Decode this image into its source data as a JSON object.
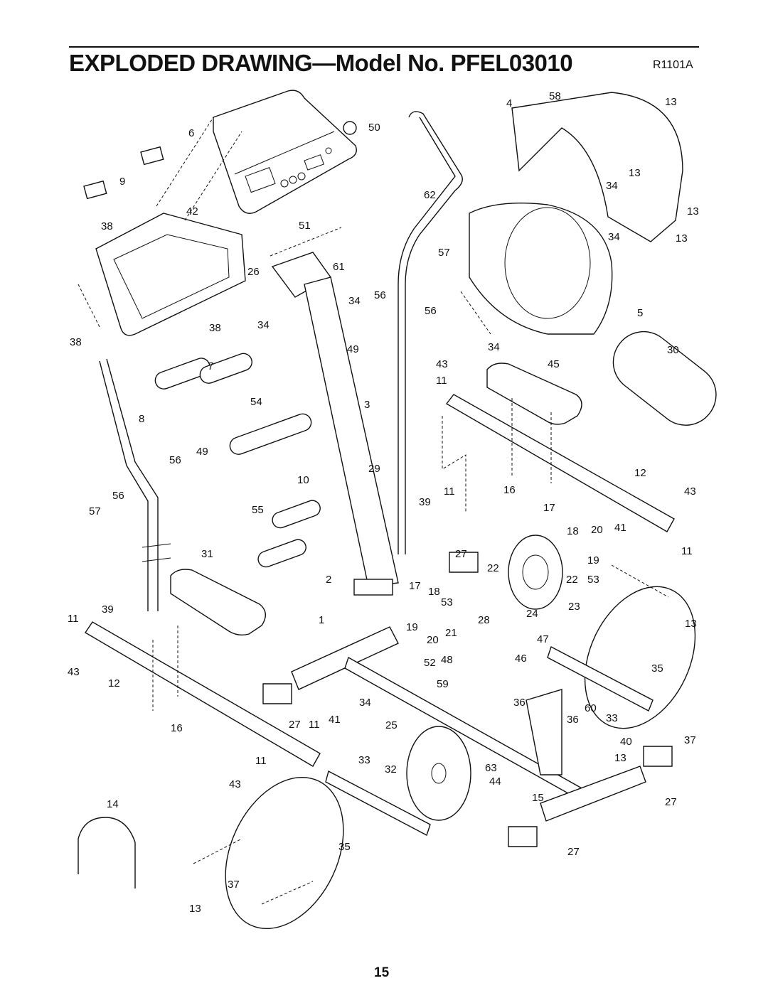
{
  "header": {
    "title": "EXPLODED DRAWING—Model No. PFEL03010",
    "drawing_code": "R1101A"
  },
  "footer": {
    "page_number": "15"
  },
  "callouts": [
    "4",
    "58",
    "13",
    "6",
    "50",
    "13",
    "9",
    "62",
    "34",
    "13",
    "42",
    "38",
    "51",
    "13",
    "57",
    "34",
    "26",
    "61",
    "34",
    "56",
    "56",
    "5",
    "34",
    "38",
    "38",
    "49",
    "34",
    "30",
    "7",
    "43",
    "45",
    "11",
    "54",
    "3",
    "8",
    "12",
    "56",
    "49",
    "29",
    "10",
    "11",
    "16",
    "43",
    "56",
    "57",
    "55",
    "39",
    "17",
    "18",
    "20",
    "41",
    "31",
    "2",
    "27",
    "22",
    "11",
    "19",
    "22",
    "53",
    "17",
    "18",
    "53",
    "23",
    "39",
    "11",
    "1",
    "24",
    "28",
    "19",
    "20",
    "21",
    "13",
    "47",
    "43",
    "12",
    "48",
    "52",
    "46",
    "35",
    "59",
    "34",
    "36",
    "60",
    "27",
    "11",
    "41",
    "33",
    "16",
    "25",
    "36",
    "37",
    "40",
    "11",
    "33",
    "32",
    "63",
    "13",
    "43",
    "44",
    "14",
    "15",
    "27",
    "35",
    "27",
    "37",
    "13"
  ]
}
